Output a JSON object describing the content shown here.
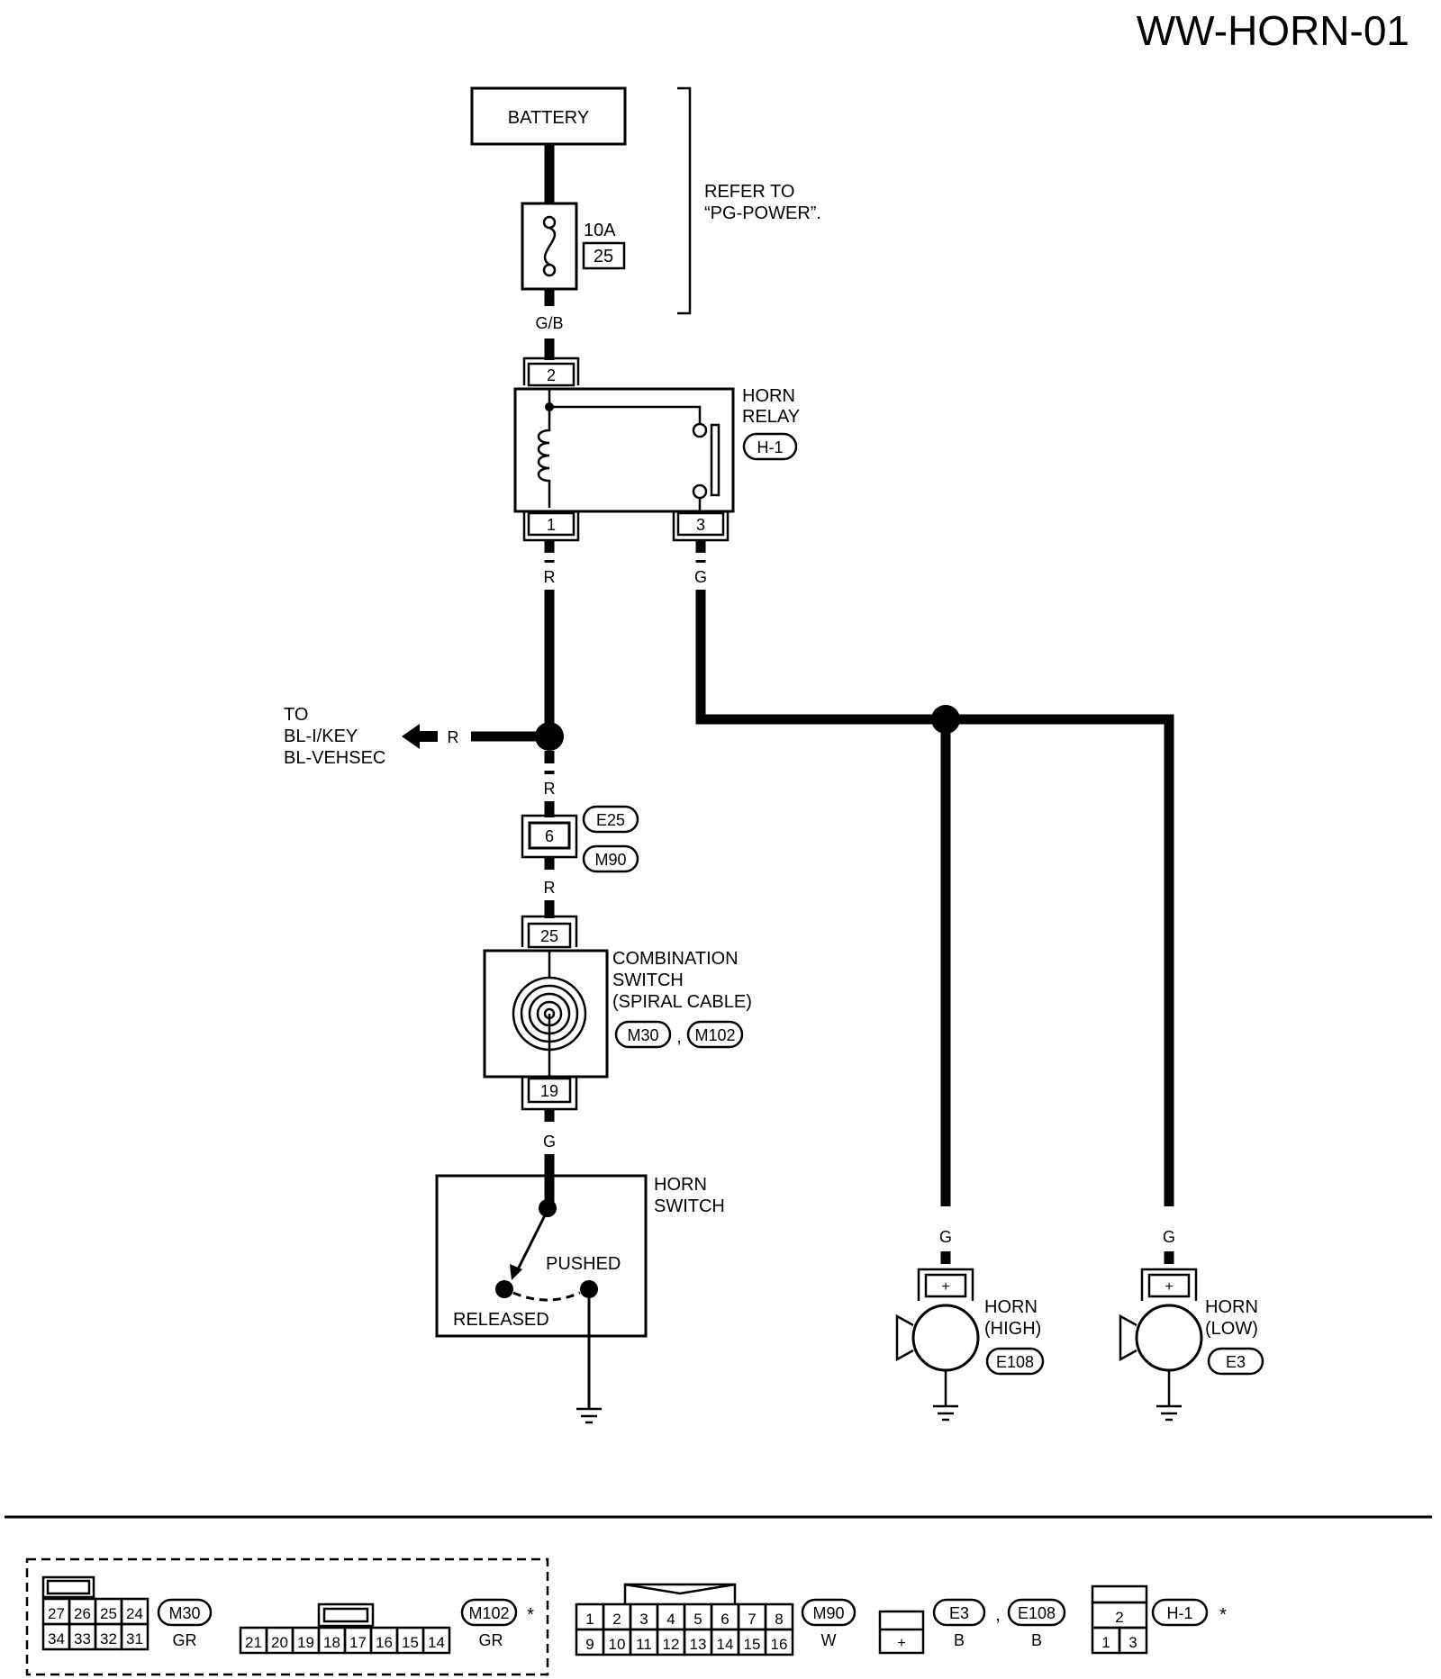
{
  "title": "WW-HORN-01",
  "battery": {
    "label": "BATTERY"
  },
  "refer": {
    "line1": "REFER TO",
    "line2": "“PG-POWER”."
  },
  "fuse": {
    "rating": "10A",
    "number": "25"
  },
  "wires": {
    "battery_to_relay": "G/B",
    "relay_pin1": "R",
    "relay_pin3": "G",
    "branch_to_bl": "R",
    "above_e25": "R",
    "below_m90": "R",
    "below_combo": "G",
    "horn_high": "G",
    "horn_low": "G"
  },
  "horn_relay": {
    "line1": "HORN",
    "line2": "RELAY",
    "connector": "H-1",
    "pin_top": "2",
    "pin_left": "1",
    "pin_right": "3"
  },
  "to_bl": {
    "line1": "TO",
    "line2": "BL-I/KEY",
    "line3": "BL-VEHSEC"
  },
  "junction_e25": {
    "pin": "6",
    "conn_top": "E25",
    "conn_bottom": "M90"
  },
  "combination_switch": {
    "line1": "COMBINATION",
    "line2": "SWITCH",
    "line3": "(SPIRAL CABLE)",
    "conn1": "M30",
    "sep": ",",
    "conn2": "M102",
    "pin_top": "25",
    "pin_bottom": "19"
  },
  "horn_switch": {
    "line1": "HORN",
    "line2": "SWITCH",
    "pushed": "PUSHED",
    "released": "RELEASED"
  },
  "horn_high": {
    "line1": "HORN",
    "line2": "(HIGH)",
    "connector": "E108",
    "terminal": "+"
  },
  "horn_low": {
    "line1": "HORN",
    "line2": "(LOW)",
    "connector": "E3",
    "terminal": "+"
  },
  "legend": {
    "m30": {
      "label": "M30",
      "color": "GR",
      "row1": [
        "27",
        "26",
        "25",
        "24"
      ],
      "row2": [
        "34",
        "33",
        "32",
        "31"
      ]
    },
    "m102": {
      "label": "M102",
      "color": "GR",
      "star": "*",
      "pins": [
        "21",
        "20",
        "19",
        "18",
        "17",
        "16",
        "15",
        "14"
      ]
    },
    "m90": {
      "label": "M90",
      "color": "W",
      "row1": [
        "1",
        "2",
        "3",
        "4",
        "5",
        "6",
        "7",
        "8"
      ],
      "row2": [
        "9",
        "10",
        "11",
        "12",
        "13",
        "14",
        "15",
        "16"
      ]
    },
    "e3": {
      "label": "E3",
      "color": "B",
      "sep": ",",
      "terminal": "+"
    },
    "e108": {
      "label": "E108",
      "color": "B"
    },
    "h1": {
      "label": "H-1",
      "star": "*",
      "row1": [
        "2"
      ],
      "row2": [
        "1",
        "3"
      ]
    }
  }
}
